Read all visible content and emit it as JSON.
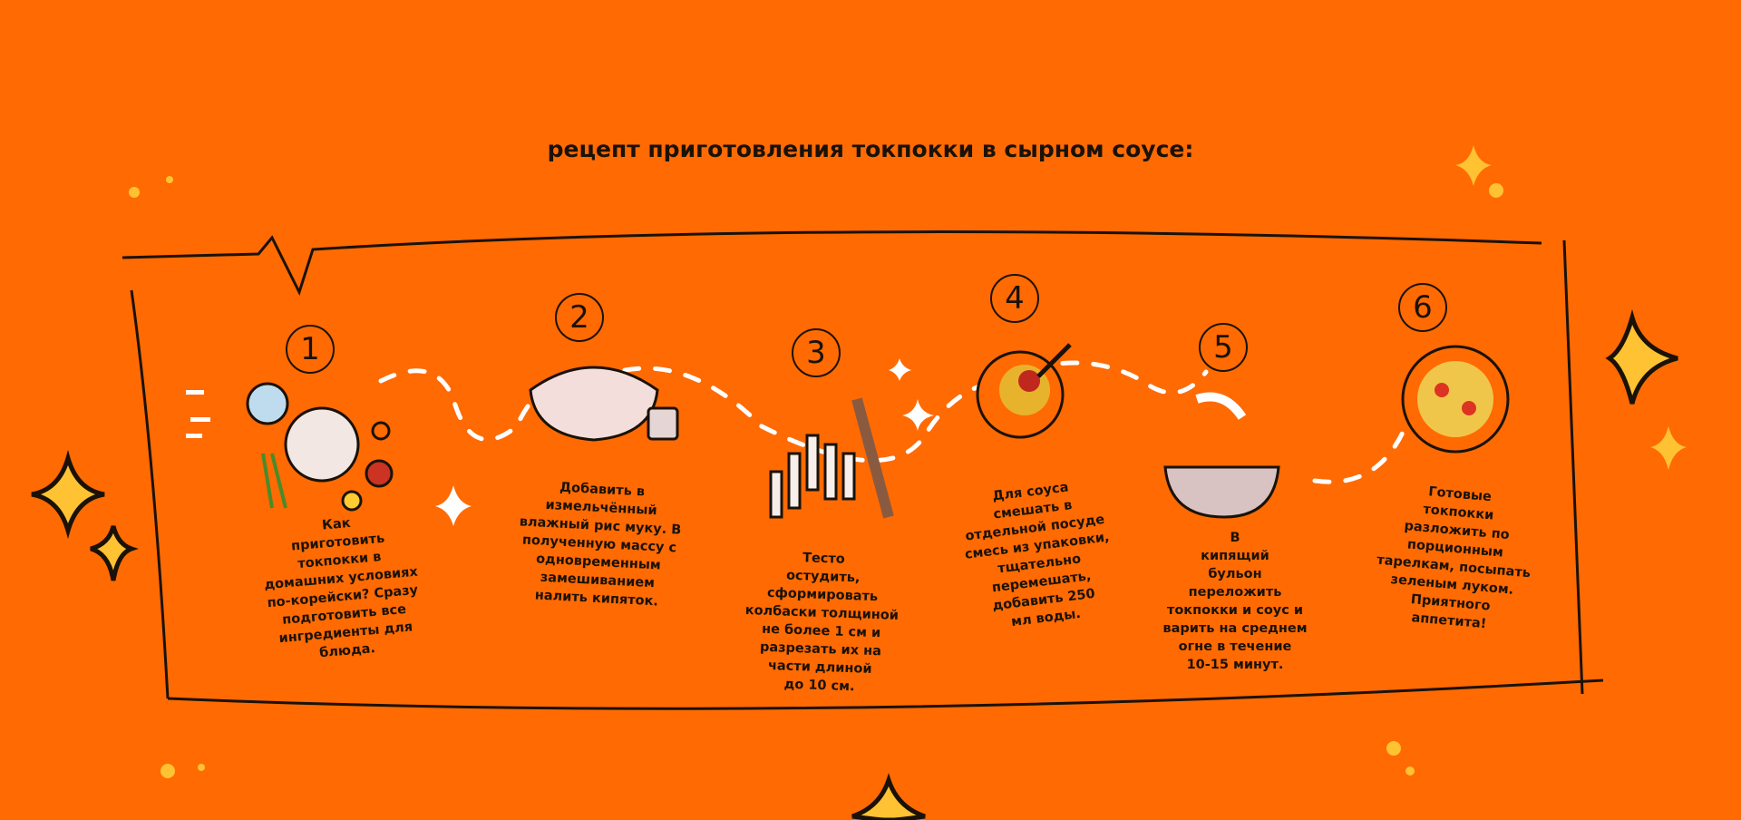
{
  "title": "рецепт приготовления токпокки в сырном соусе:",
  "colors": {
    "background": "#ff6a03",
    "ink": "#1a1208",
    "accent_yellow": "#ffc233"
  },
  "steps": [
    {
      "number": "1",
      "text": "Как\nприготовить\nтокпокки в\nдомашних условиях\nпо-корейски? Сразу\nподготовить все\nингредиенты для\nблюда."
    },
    {
      "number": "2",
      "text": "Добавить в\nизмельчённый\nвлажный рис муку. В\nполученную массу с\nодновременным\nзамешиванием\nналить кипяток."
    },
    {
      "number": "3",
      "text": "Тесто\nостудить,\nсформировать\nколбаски толщиной\nне более 1 см и\nразрезать их на\nчасти длиной\nдо 10 см."
    },
    {
      "number": "4",
      "text": "Для соуса\nсмешать в\nотдельной посуде\nсмесь из упаковки,\nтщательно\nперемешать,\nдобавить 250\nмл воды."
    },
    {
      "number": "5",
      "text": "В\nкипящий\nбульон\nпереложить\nтокпокки и соус и\nварить на среднем\nогне в течение\n10-15 минут."
    },
    {
      "number": "6",
      "text": "Готовые\nтокпокки\nразложить по\nпорционным\nтарелкам, посыпать\nзеленым луком.\nПриятного\nаппетита!"
    }
  ]
}
